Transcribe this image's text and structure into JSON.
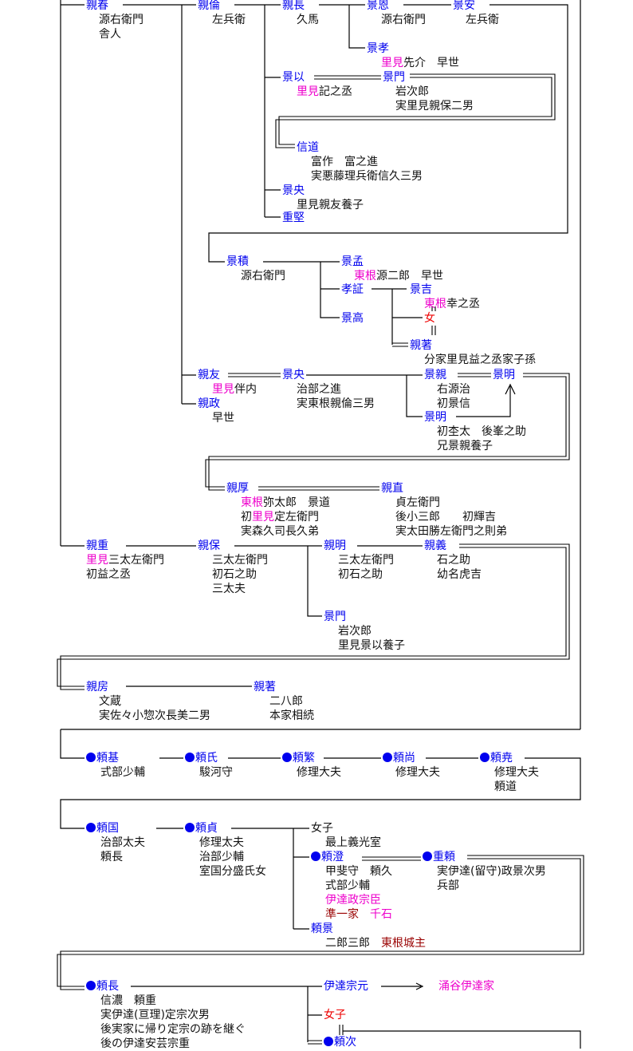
{
  "colors": {
    "name": "#0000ee",
    "note": "#111111",
    "magenta": "#ee00cc",
    "red": "#ee0000",
    "brown": "#990000",
    "line": "#000000"
  },
  "people": {
    "chikaharu": {
      "name": "親春",
      "notes": [
        "源右衛門",
        "舎人"
      ]
    },
    "chikanori": {
      "name": "親倫",
      "notes": [
        "左兵衛"
      ]
    },
    "chikanaga": {
      "name": "親長",
      "notes": [
        "久馬"
      ]
    },
    "kageon": {
      "name": "景恩",
      "notes": [
        "源右衛門"
      ]
    },
    "kageyasu": {
      "name": "景安",
      "notes": [
        "左兵衛"
      ]
    },
    "kagetaka": {
      "name": "景孝",
      "note_prefix": "里見",
      "notes": [
        "先介　早世"
      ]
    },
    "kagemochi": {
      "name": "景以",
      "note_prefix": "里見",
      "notes": [
        "記之丞"
      ]
    },
    "kagekado": {
      "name": "景門",
      "notes": [
        "岩次郎",
        "実里見親保二男"
      ]
    },
    "nobumichi": {
      "name": "信道",
      "notes": [
        "富作　富之進",
        "実悪藤理兵衛信久三男"
      ]
    },
    "kageo1": {
      "name": "景央",
      "notes": [
        "里見親友養子"
      ]
    },
    "shigekata": {
      "name": "重堅"
    },
    "kagetsumi": {
      "name": "景積",
      "notes": [
        "源右衛門"
      ]
    },
    "kagetake": {
      "name": "景孟",
      "note_prefix": "東根",
      "notes": [
        "源二郎　早世"
      ]
    },
    "takasho": {
      "name": "孝証"
    },
    "kagetaka2": {
      "name": "景高"
    },
    "kageyoshi": {
      "name": "景吉",
      "note_prefix": "東根",
      "notes": [
        "幸之丞"
      ]
    },
    "onna": {
      "name": "女"
    },
    "chikaaki": {
      "name": "親著",
      "notes": [
        "分家里見益之丞家子孫"
      ]
    },
    "chikatomo": {
      "name": "親友",
      "note_prefix": "里見",
      "notes": [
        "伴内"
      ]
    },
    "chikamasa": {
      "name": "親政",
      "notes": [
        "早世"
      ]
    },
    "kageo2": {
      "name": "景央",
      "notes": [
        "治部之進",
        "実東根親倫三男"
      ]
    },
    "kagechika": {
      "name": "景親",
      "notes": [
        "右源治",
        "初景信"
      ]
    },
    "kageaki1": {
      "name": "景明"
    },
    "kageaki2": {
      "name": "景明",
      "notes": [
        "初杢太　後峯之助",
        "兄景親養子"
      ]
    },
    "chikaatsu": {
      "name": "親厚",
      "lines": [
        {
          "pre": "",
          "mg": "東根",
          "post": "弥太郎　景道"
        },
        {
          "pre": "初",
          "mg": "里見",
          "post": "定左衛門"
        },
        {
          "pre": "",
          "mg": "",
          "post": "実森久司長久弟"
        }
      ]
    },
    "chikanao": {
      "name": "親直",
      "notes": [
        "貞左衛門",
        "後小三郎　　初輝吉",
        "実太田勝左衛門之則弟"
      ]
    },
    "chikashige": {
      "name": "親重",
      "note_prefix": "里見",
      "notes": [
        "三太左衛門",
        "初益之丞"
      ]
    },
    "chikayasu": {
      "name": "親保",
      "notes": [
        "三太左衛門",
        "初石之助",
        "三太夫"
      ]
    },
    "chikaaki3": {
      "name": "親明",
      "notes": [
        "三太左衛門",
        "初石之助"
      ]
    },
    "chikayoshi": {
      "name": "親義",
      "notes": [
        "石之助",
        "幼名虎吉"
      ]
    },
    "kagekado2": {
      "name": "景門",
      "notes": [
        "岩次郎",
        "里見景以養子"
      ]
    },
    "chikafusa": {
      "name": "親房",
      "notes": [
        "文蔵",
        "実佐々小惣次長美二男"
      ]
    },
    "chikaaki4": {
      "name": "親著",
      "notes": [
        "二八郎",
        "本家相続"
      ]
    },
    "yorimoto": {
      "name": "頼基",
      "notes": [
        "式部少輔"
      ]
    },
    "yoriuji": {
      "name": "頼氏",
      "notes": [
        "駿河守"
      ]
    },
    "yorishige": {
      "name": "頼繁",
      "notes": [
        "修理大夫"
      ]
    },
    "yorinao": {
      "name": "頼尚",
      "notes": [
        "修理大夫"
      ]
    },
    "yoritaka": {
      "name": "頼尭",
      "notes": [
        "修理大夫",
        "頼道"
      ]
    },
    "yorikuni": {
      "name": "頼国",
      "notes": [
        "治部太夫",
        "頼長"
      ]
    },
    "yorisada": {
      "name": "頼貞",
      "notes": [
        "修理太夫",
        "治部少輔",
        "室国分盛氏女"
      ]
    },
    "joshi1": {
      "name": "女子",
      "notes": [
        "最上義光室"
      ]
    },
    "yorizumi": {
      "name": "頼澄",
      "notes": [
        "甲斐守　頼久",
        "式部少輔"
      ],
      "mg_line": "伊達政宗臣",
      "br_line": "準一家",
      "mg_tail": "千石"
    },
    "shigeyori": {
      "name": "重頼",
      "notes": [
        "実伊達(留守)政景次男",
        "兵部"
      ]
    },
    "yorikage": {
      "name": "頼景",
      "notes": [
        "二郎三郎"
      ],
      "br_tail": "東根城主"
    },
    "yorinaga": {
      "name": "頼長",
      "notes": [
        "信濃　頼重",
        "実伊達(亘理)定宗次男",
        "後実家に帰り定宗の跡を継ぐ",
        "後の伊達安芸宗重"
      ]
    },
    "datemunemoto": {
      "name": "伊達宗元"
    },
    "wakuya": {
      "name": "涌谷伊達家"
    },
    "joshi2": {
      "name": "女子"
    },
    "yoritsugu": {
      "name": "頼次"
    }
  }
}
